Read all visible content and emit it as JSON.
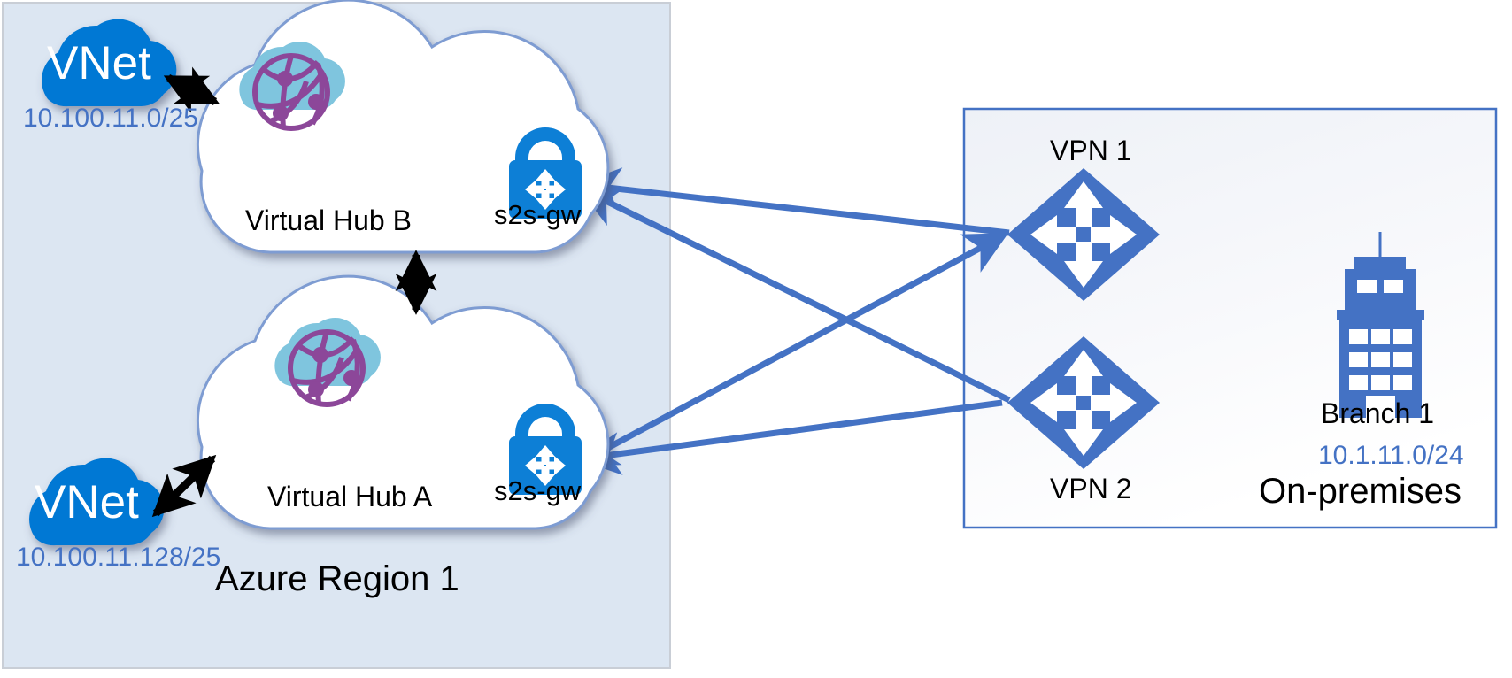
{
  "diagram": {
    "title": "Azure Virtual WAN dual-hub site-to-site VPN topology",
    "colors": {
      "region_fill": "#dce6f2",
      "region_border": "#c7cdd4",
      "onprem_border": "#4472c4",
      "onprem_fill": "#f7f8fb",
      "vnet_cloud": "#0078d4",
      "hub_fill": "#ffffff",
      "hub_border": "#7e9cd2",
      "vwan_cloud": "#7fc5de",
      "vwan_globe": "#8c4799",
      "gateway_blue": "#0d7fd6",
      "vpn_blue": "#4472c4",
      "connector_blue": "#4472c4",
      "cidr_text": "#4472c4",
      "label_text": "#000000",
      "arrow_black": "#000000"
    }
  },
  "azure_region": {
    "label": "Azure Region 1",
    "vnets": [
      {
        "name": "vnet-top",
        "label": "VNet",
        "cidr": "10.100.11.0/25"
      },
      {
        "name": "vnet-bottom",
        "label": "VNet",
        "cidr": "10.100.11.128/25"
      }
    ],
    "hubs": [
      {
        "name": "hub-b",
        "label": "Virtual Hub B",
        "gateway_label": "s2s-gw"
      },
      {
        "name": "hub-a",
        "label": "Virtual Hub A",
        "gateway_label": "s2s-gw"
      }
    ]
  },
  "on_premises": {
    "label": "On-premises",
    "branch": {
      "label": "Branch 1",
      "cidr": "10.1.11.0/24"
    },
    "vpn_devices": [
      {
        "name": "vpn-1",
        "label": "VPN 1"
      },
      {
        "name": "vpn-2",
        "label": "VPN 2"
      }
    ]
  },
  "connections": [
    {
      "from": "vnet-top",
      "to": "hub-b",
      "style": "double-arrow-black"
    },
    {
      "from": "vnet-bottom",
      "to": "hub-a",
      "style": "double-arrow-black"
    },
    {
      "from": "hub-b",
      "to": "hub-a",
      "style": "double-arrow-black"
    },
    {
      "from": "vpn-1",
      "to": "hub-b-s2s-gw",
      "style": "arrow-blue"
    },
    {
      "from": "vpn-2",
      "to": "hub-b-s2s-gw",
      "style": "arrow-blue"
    },
    {
      "from": "vpn-1",
      "to": "hub-a-s2s-gw",
      "style": "arrow-blue"
    },
    {
      "from": "vpn-2",
      "to": "hub-a-s2s-gw",
      "style": "arrow-blue"
    }
  ]
}
